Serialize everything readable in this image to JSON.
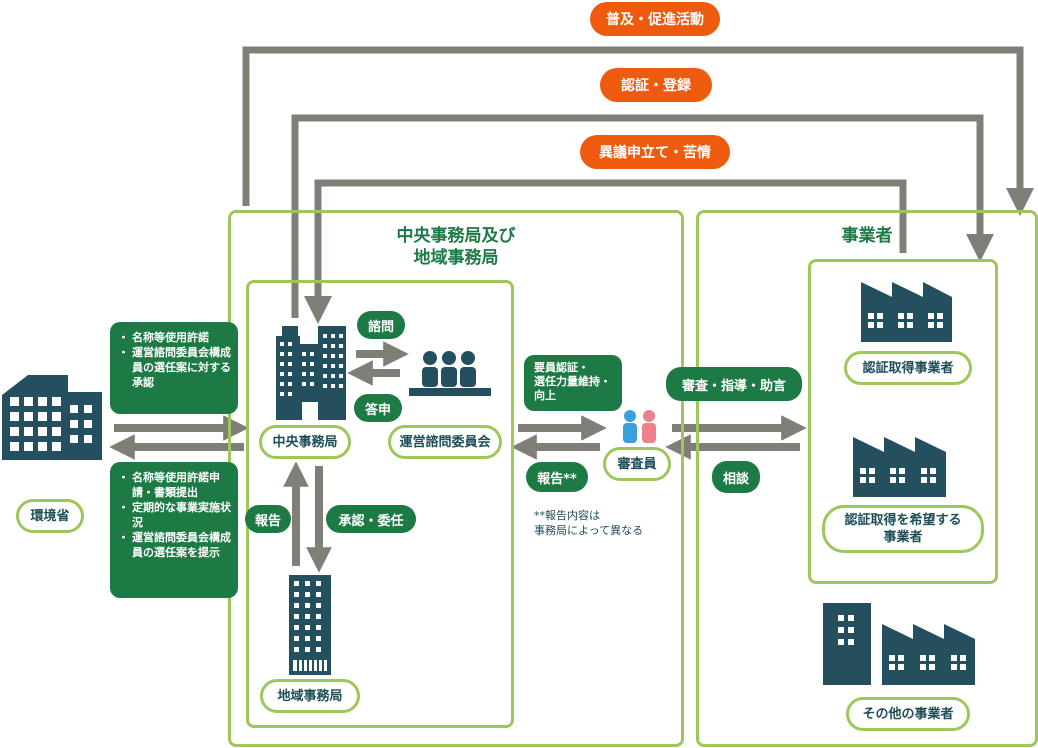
{
  "top_flows": {
    "promotion": "普及・促進活動",
    "certification": "認証・登録",
    "objection": "異議申立て・苦情"
  },
  "ministry": {
    "label": "環境省"
  },
  "ministry_to_bureau": [
    "名称等使用許諾",
    "運営諮問委員会構成員の選任案に対する承認"
  ],
  "bureau_to_ministry": [
    "名称等使用許諾申請・書類提出",
    "定期的な事業実施状況",
    "運営諮問委員会構成員の選任案を提示"
  ],
  "central": {
    "title_line1": "中央事務局及び",
    "title_line2": "地域事務局",
    "central_office": "中央事務局",
    "committee": "運営諮問委員会",
    "consult": "諮問",
    "reply": "答申",
    "report": "報告",
    "approve": "承認・委任",
    "regional_office": "地域事務局"
  },
  "auditor": {
    "label": "審査員",
    "to_auditor_line1": "要員認証・",
    "to_auditor_line2": "選任力量維持・",
    "to_auditor_line3": "向上",
    "report": "報告**",
    "note_line1": "**報告内容は",
    "note_line2": "事務局によって異なる"
  },
  "business_flows": {
    "review": "審査・指導・助言",
    "consult": "相談"
  },
  "business": {
    "title": "事業者",
    "certified": "認証取得事業者",
    "wishing_line1": "認証取得を希望する",
    "wishing_line2": "事業者",
    "other": "その他の事業者"
  },
  "colors": {
    "orange": "#ee5a0e",
    "green": "#1d7a45",
    "frame_green": "#9dc75a",
    "arrow_gray": "#7f7f78",
    "building": "#244f5f",
    "person_blue": "#3a9fdc",
    "person_pink": "#ef7f8a"
  }
}
